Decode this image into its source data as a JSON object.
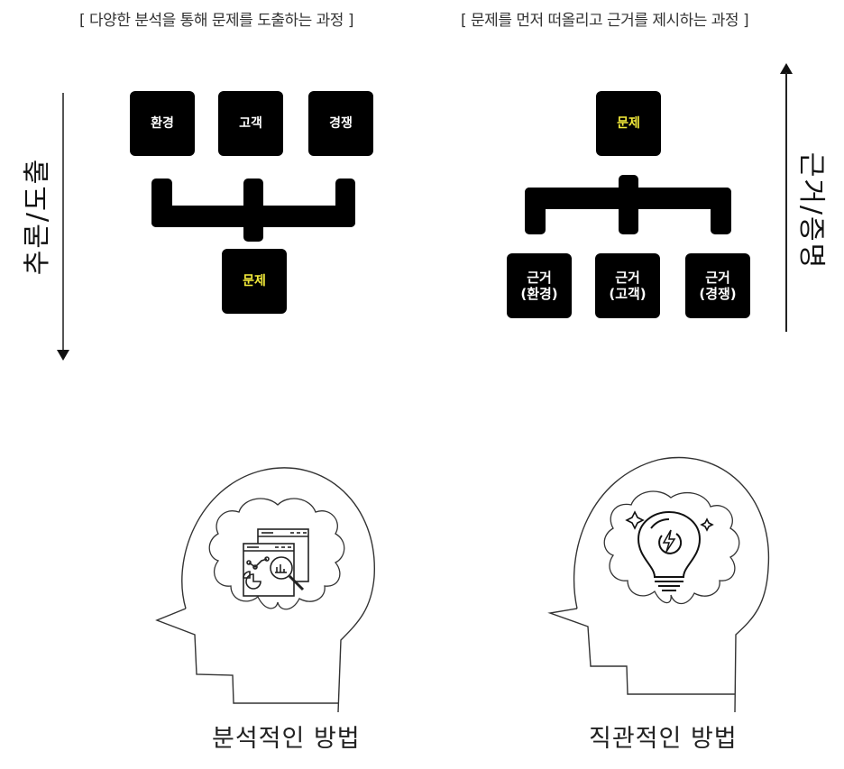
{
  "left_panel": {
    "caption": "[ 다양한 분석을 통해 문제를 도출하는 과정 ]",
    "axis_label": "추론/도출",
    "axis_direction": "down",
    "inputs": [
      "환경",
      "고객",
      "경쟁"
    ],
    "result": "문제",
    "method_label": "분석적인 방법",
    "icon": "data-analysis-magnifier-icon"
  },
  "right_panel": {
    "caption": "[ 문제를 먼저 떠올리고 근거를 제시하는 과정 ]",
    "axis_label": "근거/증명",
    "axis_direction": "up",
    "top": "문제",
    "evidence": [
      {
        "line1": "근거",
        "line2": "(환경)"
      },
      {
        "line1": "근거",
        "line2": "(고객)"
      },
      {
        "line1": "근거",
        "line2": "(경쟁)"
      }
    ],
    "method_label": "직관적인 방법",
    "icon": "lightbulb-idea-icon"
  },
  "colors": {
    "box_bg": "#000000",
    "box_text": "#ffffff",
    "highlight_text": "#f2ea3a"
  }
}
